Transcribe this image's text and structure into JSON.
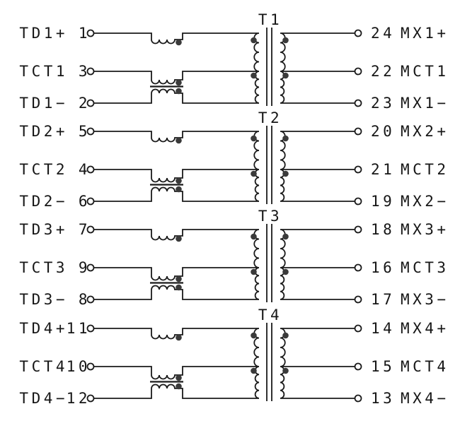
{
  "diagram": {
    "background": "#ffffff",
    "wire_color": "#1a1a1a",
    "dot_color": "#3a3a3a",
    "channels": [
      {
        "transformer": "T1",
        "left": [
          {
            "name": "TD1+",
            "pin": "1"
          },
          {
            "name": "TCT1",
            "pin": "3"
          },
          {
            "name": "TD1−",
            "pin": "2"
          }
        ],
        "right": [
          {
            "pin": "24",
            "name": "MX1+"
          },
          {
            "pin": "22",
            "name": "MCT1"
          },
          {
            "pin": "23",
            "name": "MX1−"
          }
        ]
      },
      {
        "transformer": "T2",
        "left": [
          {
            "name": "TD2+",
            "pin": "5"
          },
          {
            "name": "TCT2",
            "pin": "4"
          },
          {
            "name": "TD2−",
            "pin": "6"
          }
        ],
        "right": [
          {
            "pin": "20",
            "name": "MX2+"
          },
          {
            "pin": "21",
            "name": "MCT2"
          },
          {
            "pin": "19",
            "name": "MX2−"
          }
        ]
      },
      {
        "transformer": "T3",
        "left": [
          {
            "name": "TD3+",
            "pin": "7"
          },
          {
            "name": "TCT3",
            "pin": "9"
          },
          {
            "name": "TD3−",
            "pin": "8"
          }
        ],
        "right": [
          {
            "pin": "18",
            "name": "MX3+"
          },
          {
            "pin": "16",
            "name": "MCT3"
          },
          {
            "pin": "17",
            "name": "MX3−"
          }
        ]
      },
      {
        "transformer": "T4",
        "left": [
          {
            "name": "TD4+",
            "pin": "11"
          },
          {
            "name": "TCT4",
            "pin": "10"
          },
          {
            "name": "TD4−",
            "pin": "12"
          }
        ],
        "right": [
          {
            "pin": "14",
            "name": "MX4+"
          },
          {
            "pin": "15",
            "name": "MCT4"
          },
          {
            "pin": "13",
            "name": "MX4−"
          }
        ]
      }
    ]
  }
}
